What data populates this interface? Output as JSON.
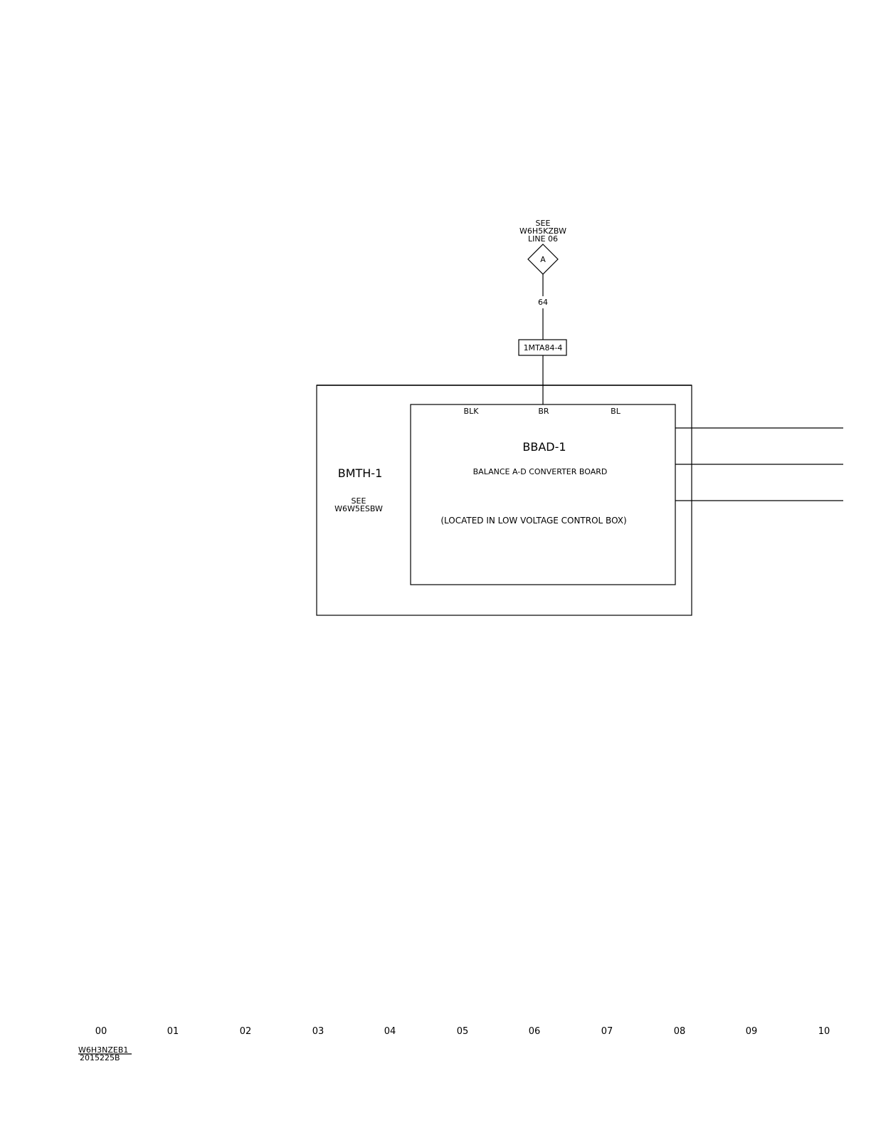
{
  "offpage_reference": {
    "see_label": "SEE",
    "drawing": "W6H5KZBW",
    "line": "LINE 06",
    "connector_letter": "A"
  },
  "wire_number": "64",
  "terminal_label": "1MTA84-4",
  "outer_box": {
    "title": "BMTH-1",
    "see_label": "SEE",
    "see_drawing": "W6W5ESBW"
  },
  "inner_box": {
    "title": "BBAD-1",
    "description": "BALANCE A-D CONVERTER BOARD",
    "location_note": "(LOCATED IN LOW VOLTAGE CONTROL BOX)",
    "pins": [
      "BLK",
      "BR",
      "BL"
    ]
  },
  "ruler": {
    "ticks": [
      "00",
      "01",
      "02",
      "03",
      "04",
      "05",
      "06",
      "07",
      "08",
      "09",
      "10"
    ]
  },
  "footer": {
    "drawing_id": "W6H3NZEB1",
    "code": "2015225B"
  }
}
